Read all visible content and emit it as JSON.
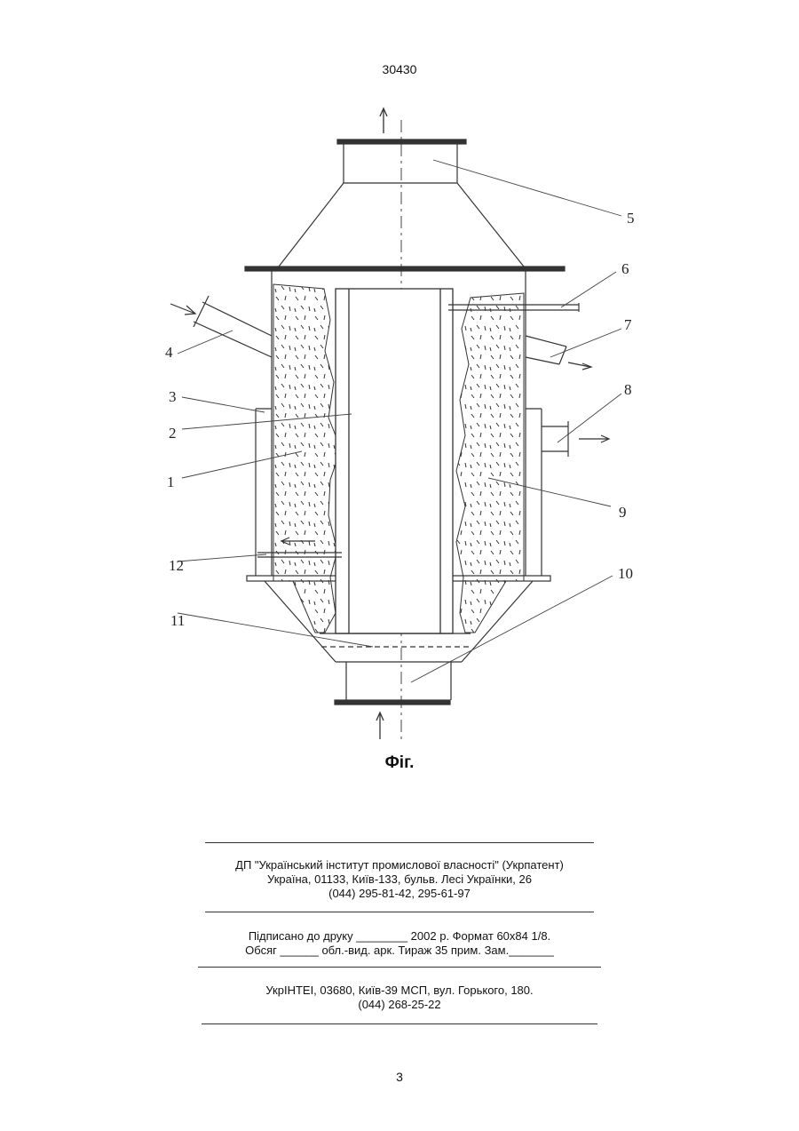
{
  "header": {
    "patent_number": "30430"
  },
  "figure": {
    "caption": "Фіг.",
    "labels": [
      "1",
      "2",
      "3",
      "4",
      "5",
      "6",
      "7",
      "8",
      "9",
      "10",
      "11",
      "12"
    ]
  },
  "imprint": {
    "publisher_line1": "ДП \"Український інститут промислової власності\" (Укрпатент)",
    "publisher_line2": "Україна, 01133, Київ-133, бульв. Лесі Українки, 26",
    "publisher_line3": "(044) 295-81-42, 295-61-97",
    "print_line1": "Підписано до друку ________ 2002 р.    Формат 60x84 1/8.",
    "print_line2": "Обсяг ______ обл.-вид. арк.   Тираж 35 прим.    Зам._______",
    "printer_line1": "УкрІНТЕІ, 03680, Київ-39 МСП, вул. Горького, 180.",
    "printer_line2": "(044) 268-25-22"
  },
  "footer": {
    "page_number": "3"
  }
}
